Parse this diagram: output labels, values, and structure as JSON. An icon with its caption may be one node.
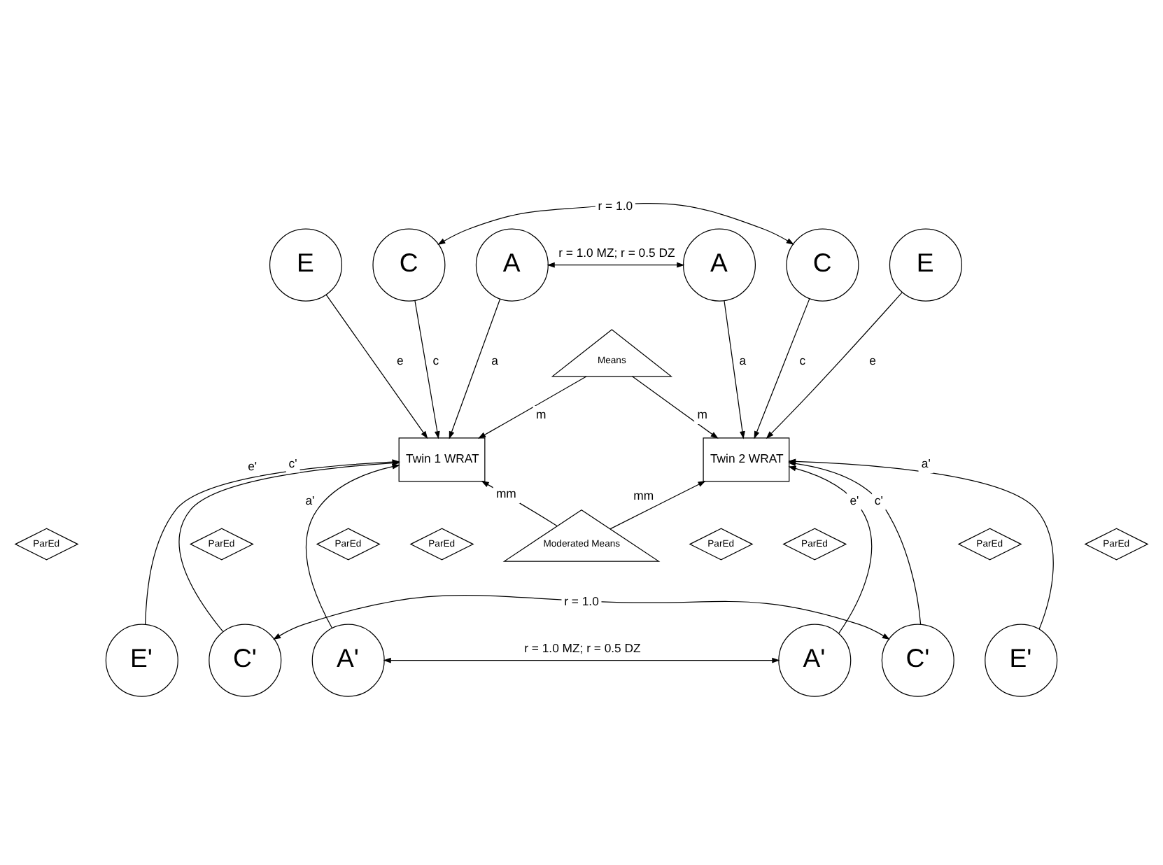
{
  "diagram": {
    "nodes": [
      {
        "text": [
          "E"
        ]
      },
      {
        "text": [
          "C"
        ]
      },
      {
        "text": [
          "A"
        ]
      },
      {
        "text": [
          "A"
        ]
      },
      {
        "text": [
          "C"
        ]
      },
      {
        "text": [
          "E"
        ]
      },
      {
        "text": [
          "Means"
        ]
      },
      {
        "text": [
          "Twin 1 WRAT"
        ]
      },
      {
        "text": [
          "Twin 2 WRAT"
        ]
      },
      {
        "text": [
          "ParEd"
        ]
      },
      {
        "text": [
          "ParEd"
        ]
      },
      {
        "text": [
          "ParEd"
        ]
      },
      {
        "text": [
          "ParEd"
        ]
      },
      {
        "text": [
          "ParEd"
        ]
      },
      {
        "text": [
          "Moderated Means"
        ]
      },
      {
        "text": [
          "ParEd"
        ]
      },
      {
        "text": [
          "ParEd"
        ]
      },
      {
        "text": [
          "ParEd"
        ]
      },
      {
        "text": [
          "E'"
        ]
      },
      {
        "text": [
          "C'"
        ]
      },
      {
        "text": [
          "A'"
        ]
      },
      {
        "text": [
          "A'"
        ]
      },
      {
        "text": [
          "C'"
        ]
      },
      {
        "text": [
          "E'"
        ]
      }
    ],
    "edges": [
      {
        "from": 0,
        "to": 7,
        "arrow": "to",
        "label": "e"
      },
      {
        "from": 1,
        "to": 7,
        "arrow": "to",
        "label": "c"
      },
      {
        "from": 2,
        "to": 7,
        "arrow": "to",
        "label": "a"
      },
      {
        "from": 6,
        "to": 7,
        "arrow": "to",
        "label": "m"
      },
      {
        "from": 6,
        "to": 8,
        "arrow": "to",
        "label": "m"
      },
      {
        "from": 3,
        "to": 8,
        "arrow": "to",
        "label": "a"
      },
      {
        "from": 4,
        "to": 8,
        "arrow": "to",
        "label": "c"
      },
      {
        "from": 5,
        "to": 8,
        "arrow": "to",
        "label": "e"
      },
      {
        "from": 18,
        "to": 7,
        "arrow": "to",
        "label": "e'"
      },
      {
        "from": 19,
        "to": 7,
        "arrow": "to",
        "label": "c'"
      },
      {
        "from": 20,
        "to": 7,
        "arrow": "to",
        "label": "a'"
      },
      {
        "from": 14,
        "to": 7,
        "arrow": "to",
        "label": "mm"
      },
      {
        "from": 14,
        "to": 8,
        "arrow": "to",
        "label": "mm"
      },
      {
        "from": 21,
        "to": 8,
        "arrow": "to",
        "label": "e'"
      },
      {
        "from": 22,
        "to": 8,
        "arrow": "to",
        "label": "c'"
      },
      {
        "from": 23,
        "to": 8,
        "arrow": "to",
        "label": "a'"
      },
      {
        "from": 1,
        "to": 4,
        "arrow": "both",
        "label": "r = 1.0"
      },
      {
        "from": 2,
        "to": 3,
        "arrow": "both",
        "label": "r = 1.0 MZ; r = 0.5 DZ"
      },
      {
        "from": 20,
        "to": 21,
        "arrow": "both",
        "label": "r = 1.0 MZ; r = 0.5 DZ"
      },
      {
        "from": 19,
        "to": 22,
        "arrow": "both",
        "label": "r = 1.0"
      }
    ]
  }
}
